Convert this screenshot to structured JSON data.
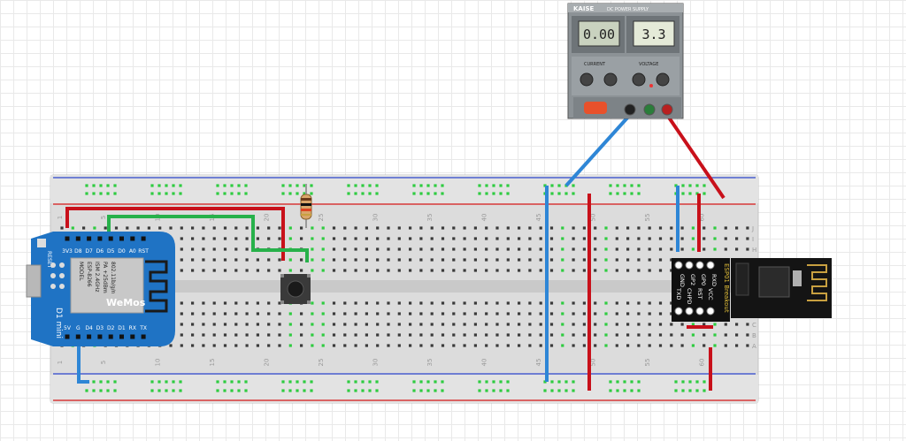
{
  "colors": {
    "breadboard": "#dcdcdc",
    "rail_red": "#d83a3a",
    "rail_blue": "#4a5fd0",
    "hole_green": "#2ecc40",
    "hole_dark": "#3a3a3a",
    "wire_red": "#c8101a",
    "wire_blue": "#2e86d6",
    "wire_green": "#27b14a",
    "board_blue": "#1f73c4",
    "esp_black": "#151515",
    "psu_body": "#8c9296"
  },
  "breadboard": {
    "column_numbers": [
      "1",
      "5",
      "10",
      "15",
      "20",
      "25",
      "30",
      "35",
      "40",
      "45",
      "50",
      "55",
      "60"
    ],
    "row_letters_top": [
      "J",
      "I",
      "H",
      "G",
      "F"
    ],
    "row_letters_bottom": [
      "E",
      "D",
      "C",
      "B",
      "A"
    ]
  },
  "power_supply": {
    "brand": "KAISE",
    "model": "DC POWER SUPPLY",
    "display_left": "0.00",
    "display_right": "3.3",
    "label_current": "CURRENT",
    "label_voltage": "VOLTAGE"
  },
  "wemos": {
    "name": "D1 mini",
    "logo": "WeMos",
    "module": "ESP-8266",
    "reset_label": "RESET",
    "pins_top": [
      "3V3",
      "D8",
      "D7",
      "D6",
      "D5",
      "D0",
      "A0",
      "RST"
    ],
    "pins_bottom": [
      "5V",
      "G",
      "D4",
      "D3",
      "D2",
      "D1",
      "RX",
      "TX"
    ],
    "chip_lines": [
      "MODEL",
      "ESP-8266",
      "ISM 2.4GHz",
      "PA +25dBm",
      "802.11b/g/n"
    ]
  },
  "esp01": {
    "pins_row1": [
      "GND",
      "GP2",
      "GP0",
      "RXD"
    ],
    "pins_row2": [
      "TXD",
      "CHPD",
      "RST",
      "VCC"
    ],
    "name": "ESP01 Breakout"
  },
  "resistor": {
    "label": ""
  },
  "button": {
    "label": ""
  }
}
